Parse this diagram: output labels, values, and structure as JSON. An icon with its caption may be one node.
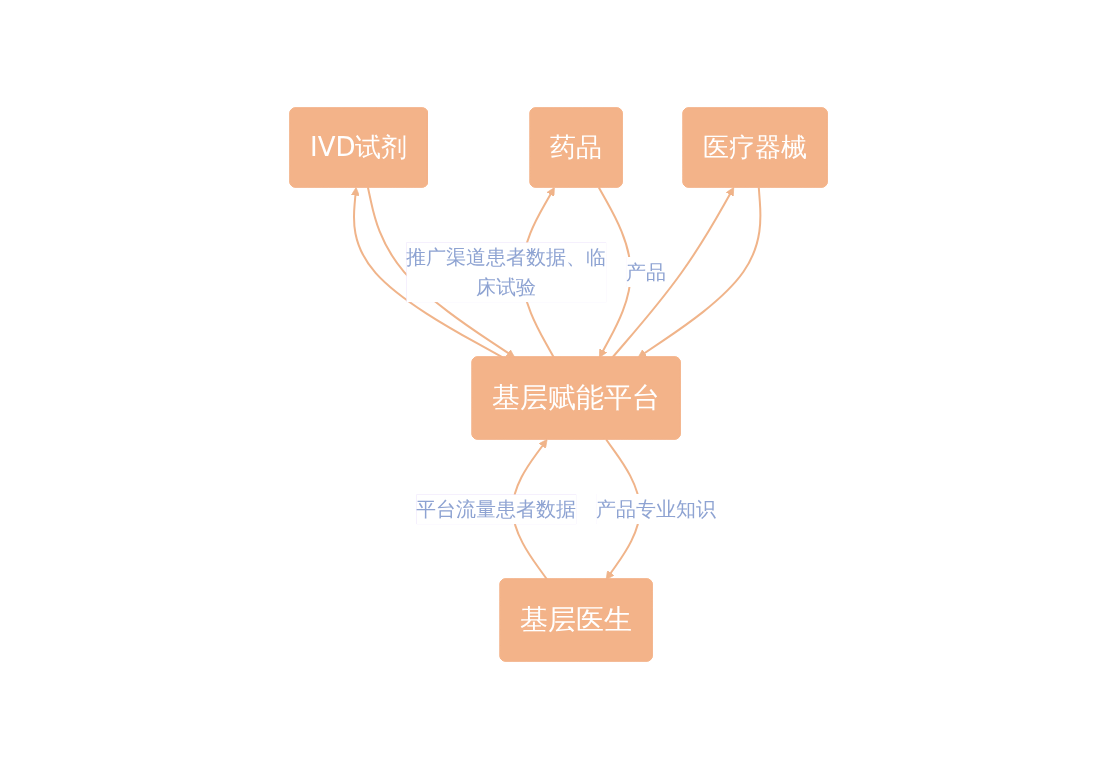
{
  "diagram": {
    "nodes": [
      {
        "text": [
          "IVD试剂"
        ]
      },
      {
        "text": [
          "药品"
        ]
      },
      {
        "text": [
          "医疗器械"
        ]
      },
      {
        "text": [
          "基层赋能平台"
        ]
      },
      {
        "text": [
          "基层医生"
        ]
      }
    ],
    "edges": [
      {
        "from": 0,
        "to": 3,
        "arrow": "to"
      },
      {
        "from": 1,
        "to": 3,
        "arrow": "to",
        "label": "产品"
      },
      {
        "from": 2,
        "to": 3,
        "arrow": "to"
      },
      {
        "from": 3,
        "to": 0,
        "arrow": "to"
      },
      {
        "from": 3,
        "to": 1,
        "arrow": "to",
        "label": "推广渠道患者数据、临床试验"
      },
      {
        "from": 3,
        "to": 2,
        "arrow": "to"
      },
      {
        "from": 3,
        "to": 4,
        "arrow": "to",
        "label": "产品专业知识"
      },
      {
        "from": 4,
        "to": 3,
        "arrow": "to",
        "label": "平台流量患者数据"
      }
    ]
  }
}
